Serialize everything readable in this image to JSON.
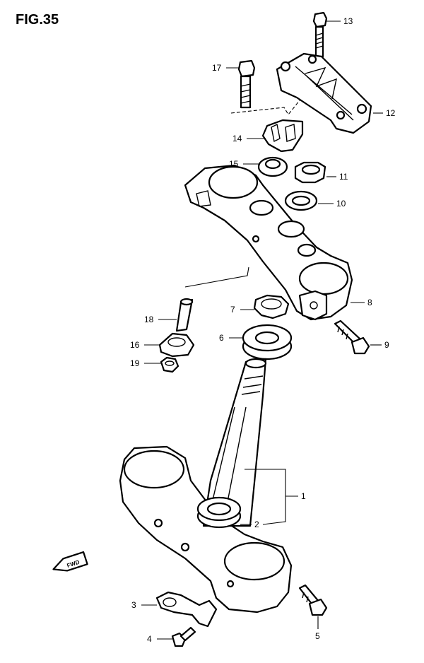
{
  "figure": {
    "title": "FIG.35",
    "fwd_label": "FWD"
  },
  "callouts": [
    "1",
    "2",
    "3",
    "4",
    "5",
    "6",
    "7",
    "8",
    "9",
    "10",
    "11",
    "12",
    "13",
    "14",
    "15",
    "16",
    "17",
    "18",
    "19"
  ]
}
